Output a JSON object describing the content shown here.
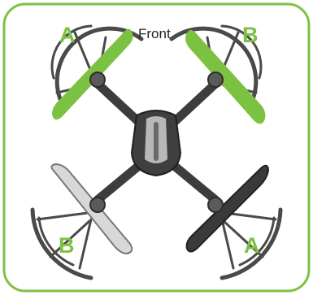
{
  "diagram": {
    "front_label": "Front",
    "rotor_labels": {
      "front_left": "A",
      "front_right": "B",
      "rear_left": "B",
      "rear_right": "A"
    },
    "colors": {
      "frame_border": "#7cc242",
      "front_propeller": "#7cc242",
      "rear_left_propeller": "#d8d8d8",
      "rear_right_propeller": "#3a3a3a",
      "guard": "#4a4a4a",
      "body": "#3f3f3f",
      "body_stripe": "#b8b8b8"
    }
  }
}
